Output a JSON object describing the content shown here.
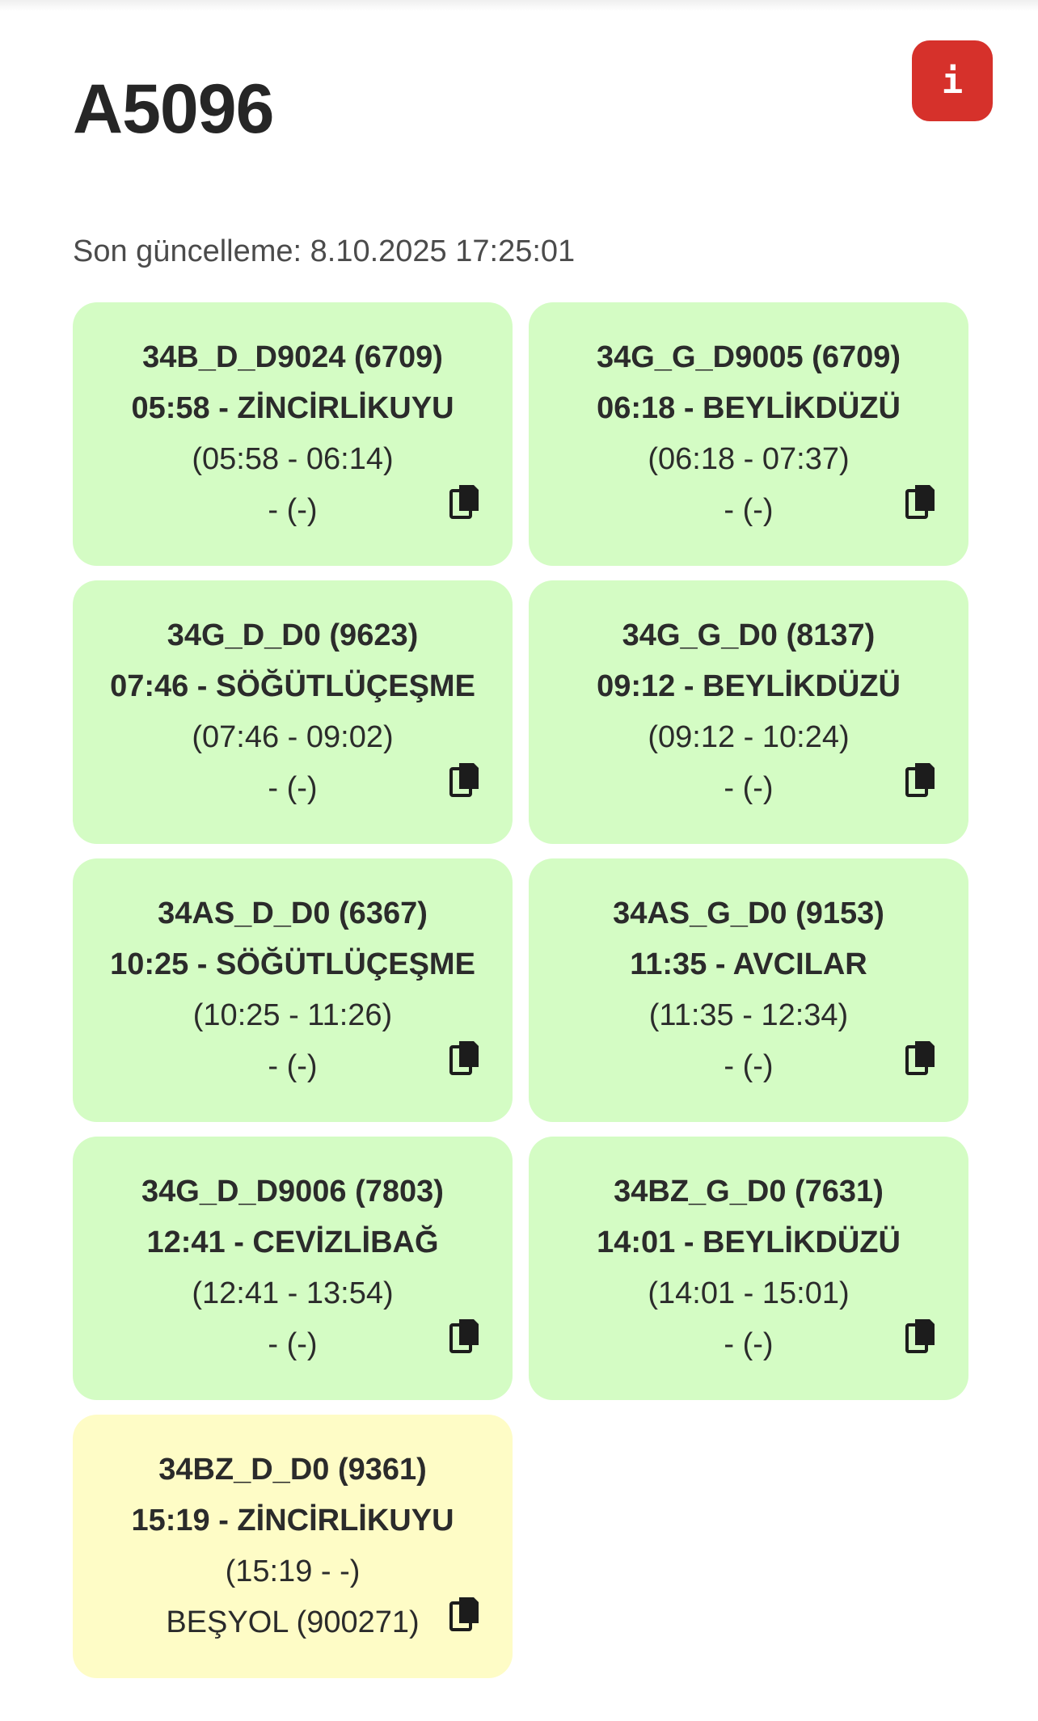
{
  "header": {
    "title": "A5096",
    "info_label": "i",
    "info_color": "#d6312b"
  },
  "last_updated": "Son güncelleme: 8.10.2025 17:25:01",
  "colors": {
    "completed_card": "#d4fcc4",
    "pending_card": "#fefcc6"
  },
  "trips": [
    {
      "route": "34B_D_D9024 (6709)",
      "departure": "05:58 - ZİNCİRLİKUYU",
      "times": "(05:58 - 06:14)",
      "stop": "- (-)",
      "status": "completed"
    },
    {
      "route": "34G_G_D9005 (6709)",
      "departure": "06:18 - BEYLİKDÜZÜ",
      "times": "(06:18 - 07:37)",
      "stop": "- (-)",
      "status": "completed"
    },
    {
      "route": "34G_D_D0 (9623)",
      "departure": "07:46 - SÖĞÜTLÜÇEŞME",
      "times": "(07:46 - 09:02)",
      "stop": "- (-)",
      "status": "completed"
    },
    {
      "route": "34G_G_D0 (8137)",
      "departure": "09:12 - BEYLİKDÜZÜ",
      "times": "(09:12 - 10:24)",
      "stop": "- (-)",
      "status": "completed"
    },
    {
      "route": "34AS_D_D0 (6367)",
      "departure": "10:25 - SÖĞÜTLÜÇEŞME",
      "times": "(10:25 - 11:26)",
      "stop": "- (-)",
      "status": "completed"
    },
    {
      "route": "34AS_G_D0 (9153)",
      "departure": "11:35 - AVCILAR",
      "times": "(11:35 - 12:34)",
      "stop": "- (-)",
      "status": "completed"
    },
    {
      "route": "34G_D_D9006 (7803)",
      "departure": "12:41 - CEVİZLİBAĞ",
      "times": "(12:41 - 13:54)",
      "stop": "- (-)",
      "status": "completed"
    },
    {
      "route": "34BZ_G_D0 (7631)",
      "departure": "14:01 - BEYLİKDÜZÜ",
      "times": "(14:01 - 15:01)",
      "stop": "- (-)",
      "status": "completed"
    },
    {
      "route": "34BZ_D_D0 (9361)",
      "departure": "15:19 - ZİNCİRLİKUYU",
      "times": "(15:19 - -)",
      "stop": "BEŞYOL (900271)",
      "status": "pending"
    }
  ],
  "icons": {
    "copy": "copy-icon"
  }
}
